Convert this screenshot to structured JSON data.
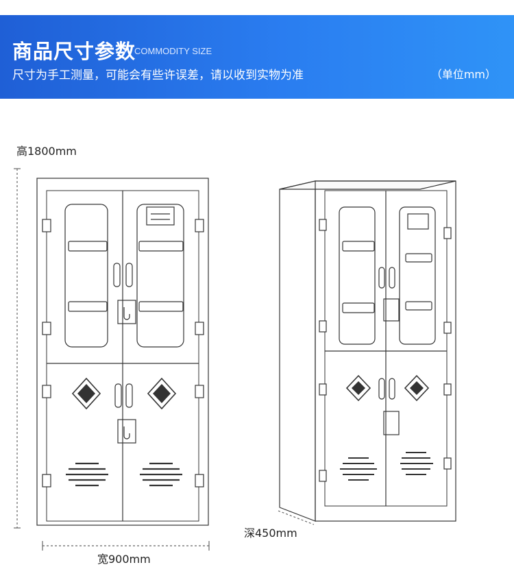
{
  "header": {
    "title": "商品尺寸参数",
    "subtitle": "COMMODITY SIZE",
    "note": "尺寸为手工测量，可能会有些许误差，请以收到实物为准",
    "unit": "（单位mm）"
  },
  "dimensions": {
    "height": "高1800mm",
    "width": "宽900mm",
    "depth": "深450mm"
  }
}
